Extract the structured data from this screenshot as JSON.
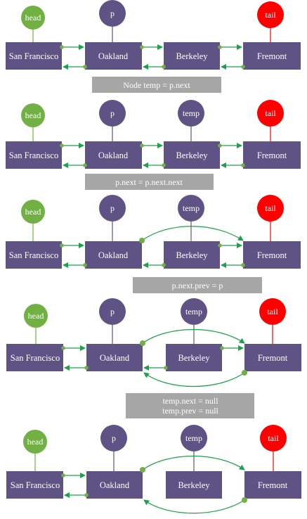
{
  "nodes": [
    "San Francisco",
    "Oakland",
    "Berkeley",
    "Fremont"
  ],
  "pointers": {
    "head": "head",
    "p": "p",
    "temp": "temp",
    "tail": "tail"
  },
  "operations": [
    "Node temp = p.next",
    "p.next = p.next.next",
    "p.next.prev = p",
    "temp.next = null",
    "temp.prev = null"
  ],
  "colors": {
    "node_fill": "#5f5285",
    "head_fill": "#71b043",
    "pointer_fill": "#5f5285",
    "tail_fill": "#ff0000",
    "op_fill": "#a6a6a6",
    "arrow": "#1aa34a",
    "dot": "#71b043"
  }
}
